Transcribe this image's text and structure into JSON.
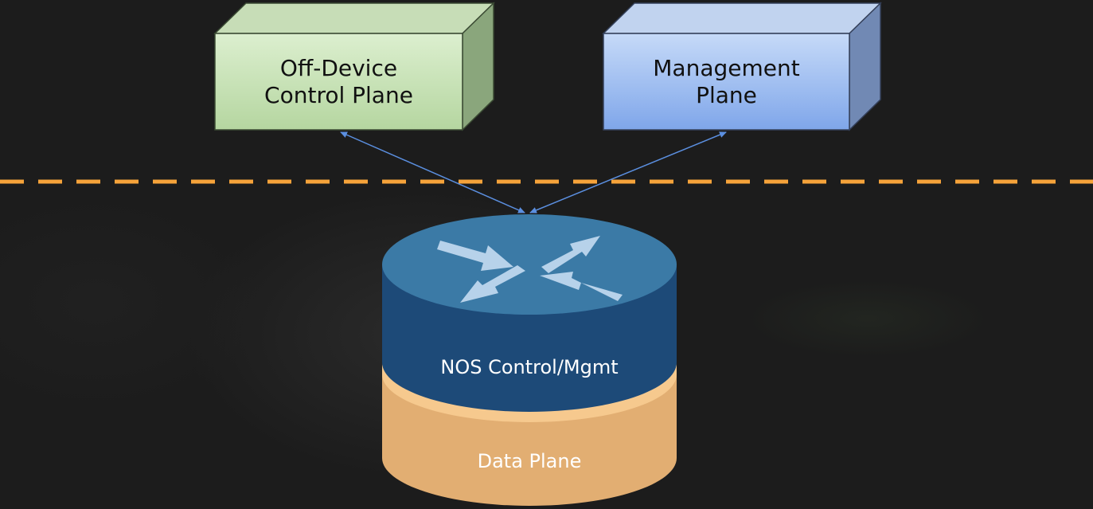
{
  "nodes": {
    "off_device_control_plane": {
      "line1": "Off-Device",
      "line2": "Control Plane",
      "color": "#d2e8c4"
    },
    "management_plane": {
      "line1": "Management",
      "line2": "Plane",
      "color": "#a8c6f4"
    },
    "router": {
      "top_layer_label": "NOS Control/Mgmt",
      "bottom_layer_label": "Data Plane",
      "top_color": "#3b7aa6",
      "mid_color": "#1d4a78",
      "bottom_color": "#e2ae72"
    }
  },
  "edges": [
    {
      "from": "off_device_control_plane",
      "to": "router",
      "bidirectional": true
    },
    {
      "from": "management_plane",
      "to": "router",
      "bidirectional": true
    }
  ],
  "separator": {
    "style": "dashed",
    "color": "#f6a33a"
  },
  "background_color": "#1c1c1c"
}
